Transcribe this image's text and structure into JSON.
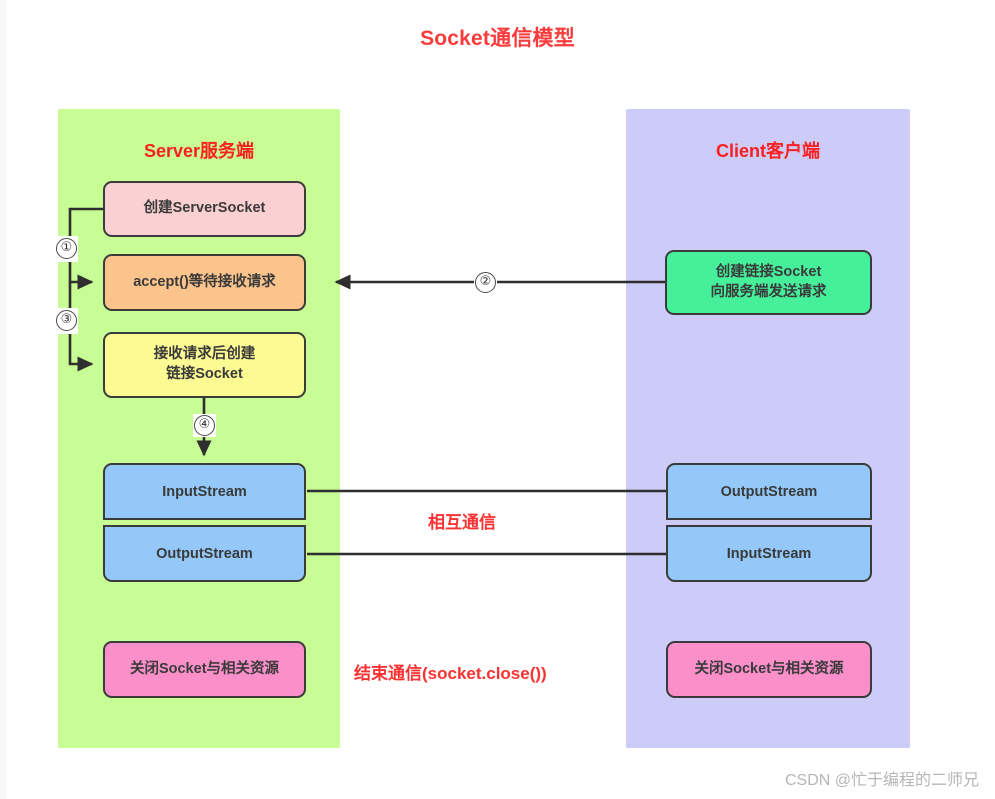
{
  "title": "Socket通信模型",
  "colors": {
    "title_red": "#fb3b3b",
    "label_red": "#fb3232",
    "server_panel": "#c8fc94",
    "client_panel": "#cdccf8",
    "pink_node": "#fad0d2",
    "orange_node": "#fbc48c",
    "yellow_node": "#fcfa93",
    "blue_node": "#93c8f9",
    "magenta_node": "#fa8fc9",
    "green_node": "#46f09b",
    "stroke": "#3b3b3b"
  },
  "server": {
    "panel_title": "Server服务端",
    "nodes": {
      "create_server_socket": "创建ServerSocket",
      "accept_wait": "accept()等待接收请求",
      "create_link_socket_line1": "接收请求后创建",
      "create_link_socket_line2": "链接Socket",
      "input_stream": "InputStream",
      "output_stream": "OutputStream",
      "close_socket": "关闭Socket与相关资源"
    }
  },
  "client": {
    "panel_title": "Client客户端",
    "nodes": {
      "create_socket_line1": "创建链接Socket",
      "create_socket_line2": "向服务端发送请求",
      "output_stream": "OutputStream",
      "input_stream": "InputStream",
      "close_socket": "关闭Socket与相关资源"
    }
  },
  "annotations": {
    "step_1": "①",
    "step_2": "②",
    "step_3": "③",
    "step_4": "④",
    "mutual_comm": "相互通信",
    "end_comm": "结束通信(socket.close())"
  },
  "watermark": "CSDN @忙于编程的二师兄"
}
